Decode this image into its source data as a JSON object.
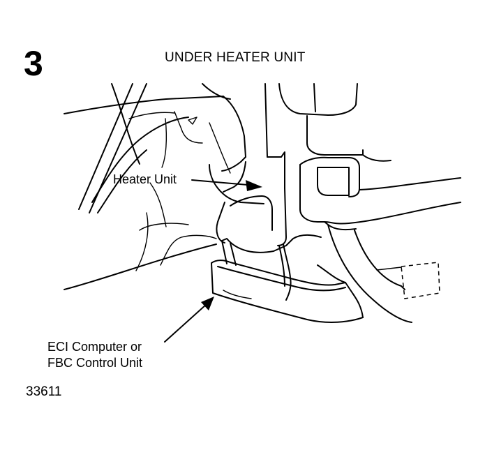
{
  "step": {
    "number": "3"
  },
  "title": "UNDER HEATER UNIT",
  "callouts": {
    "heater_unit": "Heater Unit",
    "computer_line1": "ECI Computer or",
    "computer_line2": "FBC Control Unit"
  },
  "figure_number": "33611",
  "colors": {
    "ink": "#000000",
    "paper": "#ffffff"
  }
}
